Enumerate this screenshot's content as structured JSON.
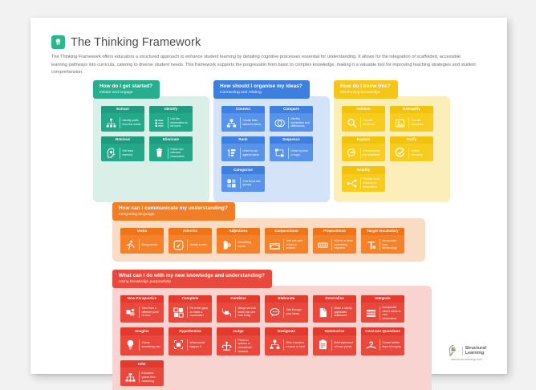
{
  "header": {
    "logo_icon": "brain-badge-icon",
    "title": "The Thinking Framework",
    "intro": "The Thinking Framework offers educators a structured approach to enhance student learning by detailing cognitive processes essential for understanding. It allows for the integration of scaffolded, accessible learning pathways into curricula, catering to diverse student needs. This framework supports the progression from basic to complex knowledge, making it a valuable tool for improving teaching strategies and student comprehension."
  },
  "footer": {
    "brand_line1": "Structural",
    "brand_line2": "Learning",
    "url": "structural-learning.com",
    "mark_icon": "structural-learning-logo-icon"
  },
  "colors": {
    "teal": "#27ae8e",
    "blue": "#3d7fe0",
    "yellow": "#f5c518",
    "orange": "#f07e26",
    "red": "#e8493c",
    "paper": "#ffffff",
    "page_bg": "#f2f2f2"
  },
  "groups": [
    {
      "id": "get-started",
      "theme": "teal",
      "question": "How do I get started?",
      "subtitle": "Initiate and engage",
      "cards": [
        {
          "title": "Extract",
          "desc": "Identify parts from the whole",
          "icon": "hierarchy-icon"
        },
        {
          "title": "Identify",
          "desc": "List the information to be used.",
          "icon": "checklist-icon"
        },
        {
          "title": "Retrieve",
          "desc": "Get from memory",
          "icon": "head-gear-icon"
        },
        {
          "title": "Eliminate",
          "desc": "Erase non relevant information",
          "icon": "trash-icon"
        }
      ]
    },
    {
      "id": "organise",
      "theme": "blue",
      "question": "How should I organise my ideas?",
      "subtitle": "Connecting and relating",
      "cards": [
        {
          "title": "Connect",
          "desc": "Create links between items.",
          "icon": "node-link-icon"
        },
        {
          "title": "Compare",
          "desc": "Identify similarities and differences.",
          "icon": "venn-diagram-icon"
        },
        {
          "title": "Rank",
          "desc": "Order by an agreed value",
          "icon": "bar-rank-icon"
        },
        {
          "title": "Sequence",
          "desc": "Order by time or logic.",
          "icon": "flow-sequence-icon"
        },
        {
          "title": "Categorise",
          "desc": "Sort items into groups",
          "icon": "grid-sort-icon"
        }
      ]
    },
    {
      "id": "know-this",
      "theme": "yellow",
      "question": "How do I know this?",
      "subtitle": "Reinforcing knowledge",
      "cards": [
        {
          "title": "Validate",
          "desc": "Provide evidence",
          "icon": "magnifier-icon"
        },
        {
          "title": "Exemplify",
          "desc": "Provide examples",
          "icon": "image-card-icon"
        },
        {
          "title": "Explain",
          "desc": "Communicate the essentials",
          "icon": "speech-arrow-icon"
        },
        {
          "title": "Verify",
          "desc": "Check accuracy",
          "icon": "target-check-icon"
        },
        {
          "title": "Amplify",
          "desc": "Provide more features or information",
          "icon": "expand-nodes-icon"
        }
      ]
    },
    {
      "id": "communicate",
      "theme": "orange",
      "question": "How can I communicate my understanding?",
      "subtitle": "Integrating language",
      "cards": [
        {
          "title": "Verbs",
          "desc": "Doing words.",
          "icon": "running-figure-icon"
        },
        {
          "title": "Adverbs",
          "desc": "Modify a verb.",
          "icon": "speedometer-icon"
        },
        {
          "title": "Adjectives",
          "desc": "Describing words.",
          "icon": "colour-swatch-icon"
        },
        {
          "title": "Conjunctions",
          "desc": "Join one part of text to another",
          "icon": "bridge-link-icon"
        },
        {
          "title": "Prepositions",
          "desc": "Where or when something happens",
          "icon": "location-box-icon"
        },
        {
          "title": "Target Vocabulary",
          "desc": "Incorporate new terminology",
          "icon": "text-tool-icon"
        }
      ]
    },
    {
      "id": "new-knowledge",
      "theme": "red",
      "question": "What can I do with my new knowledge and understanding?",
      "subtitle": "Using knowledge purposefully",
      "cards": [
        {
          "title": "New Perspective",
          "desc": "View from a different point of view",
          "icon": "perspective-shapes-icon"
        },
        {
          "title": "Complete",
          "desc": "Fill in the gaps or make a connection",
          "icon": "puzzle-grid-icon"
        },
        {
          "title": "Combine",
          "desc": "Merge several ideas into one new entity",
          "icon": "merge-icon"
        },
        {
          "title": "Elaborate",
          "desc": "Talk through your ideas.",
          "icon": "speech-bubble-icon"
        },
        {
          "title": "Generalise",
          "desc": "Make a widely applicable statement",
          "icon": "document-fold-icon"
        },
        {
          "title": "Integrate",
          "desc": "Incorporate others ideas or new information",
          "icon": "layers-stack-icon"
        },
        {
          "title": "Imagine",
          "desc": "Create something new",
          "icon": "lightbulb-icon"
        },
        {
          "title": "Hypothesise",
          "desc": "What would happen if",
          "icon": "bracket-question-icon"
        },
        {
          "title": "Judge",
          "desc": "Form an opinion or considered decision",
          "icon": "scales-icon"
        },
        {
          "title": "Designate",
          "desc": "Give a section a name or term",
          "icon": "org-tag-icon"
        },
        {
          "title": "Summarise",
          "desc": "Brief statement of main points",
          "icon": "clipboard-icon"
        },
        {
          "title": "Generate Questions",
          "desc": "Create further lines of enquiry",
          "icon": "question-hand-icon"
        },
        {
          "title": "Infer",
          "desc": "Educated guess from reasoning",
          "icon": "network-infer-icon"
        }
      ]
    }
  ]
}
